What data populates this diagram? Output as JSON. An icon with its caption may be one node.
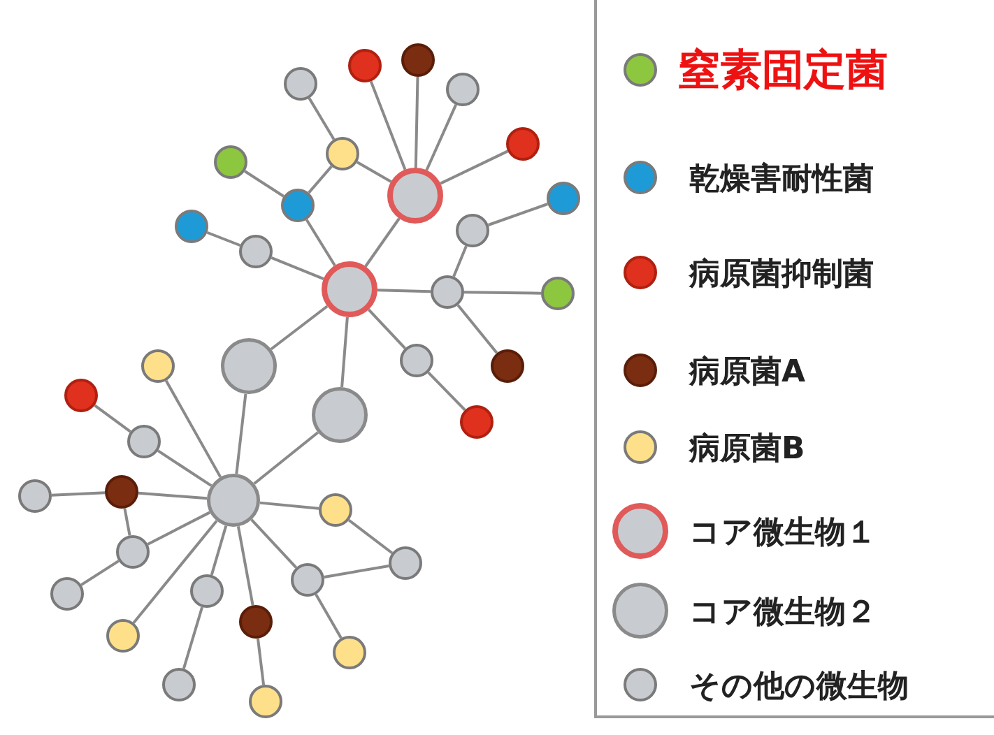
{
  "diagram": {
    "nodes": [
      {
        "text": [],
        "shape": "circle"
      },
      {
        "text": [],
        "shape": "circle"
      },
      {
        "text": [],
        "shape": "circle"
      },
      {
        "text": [],
        "shape": "circle"
      },
      {
        "text": [],
        "shape": "circle"
      },
      {
        "text": [],
        "shape": "circle"
      },
      {
        "text": [],
        "shape": "circle"
      },
      {
        "text": [],
        "shape": "circle"
      },
      {
        "text": [],
        "shape": "circle"
      },
      {
        "text": [],
        "shape": "circle"
      },
      {
        "text": [],
        "shape": "circle"
      },
      {
        "text": [],
        "shape": "circle"
      },
      {
        "text": [],
        "shape": "circle"
      },
      {
        "text": [],
        "shape": "circle"
      },
      {
        "text": [],
        "shape": "circle"
      },
      {
        "text": [],
        "shape": "circle"
      },
      {
        "text": [],
        "shape": "circle"
      },
      {
        "text": [],
        "shape": "circle"
      },
      {
        "text": [],
        "shape": "circle"
      },
      {
        "text": [],
        "shape": "circle"
      },
      {
        "text": [],
        "shape": "circle"
      },
      {
        "text": [],
        "shape": "circle"
      },
      {
        "text": [],
        "shape": "circle"
      },
      {
        "text": [],
        "shape": "circle"
      },
      {
        "text": [],
        "shape": "circle"
      },
      {
        "text": [],
        "shape": "circle"
      },
      {
        "text": [],
        "shape": "circle"
      },
      {
        "text": [],
        "shape": "circle"
      },
      {
        "text": [],
        "shape": "circle"
      },
      {
        "text": [],
        "shape": "circle"
      },
      {
        "text": [],
        "shape": "circle"
      },
      {
        "text": [],
        "shape": "circle"
      },
      {
        "text": [],
        "shape": "circle"
      },
      {
        "text": [],
        "shape": "circle"
      },
      {
        "text": [],
        "shape": "circle"
      },
      {
        "text": [],
        "shape": "circle"
      },
      {
        "text": [],
        "shape": "circle"
      },
      {
        "text": [],
        "shape": "circle"
      }
    ],
    "edges": [
      {
        "from": 2,
        "to": 3,
        "arrow": "none"
      },
      {
        "from": 3,
        "to": 0,
        "arrow": "none"
      },
      {
        "from": 3,
        "to": 9,
        "arrow": "none"
      },
      {
        "from": 8,
        "to": 9,
        "arrow": "none"
      },
      {
        "from": 9,
        "to": 1,
        "arrow": "none"
      },
      {
        "from": 4,
        "to": 0,
        "arrow": "none"
      },
      {
        "from": 5,
        "to": 0,
        "arrow": "none"
      },
      {
        "from": 6,
        "to": 0,
        "arrow": "none"
      },
      {
        "from": 7,
        "to": 0,
        "arrow": "none"
      },
      {
        "from": 0,
        "to": 1,
        "arrow": "none"
      },
      {
        "from": 13,
        "to": 12,
        "arrow": "none"
      },
      {
        "from": 13,
        "to": 14,
        "arrow": "none"
      },
      {
        "from": 1,
        "to": 14,
        "arrow": "none"
      },
      {
        "from": 14,
        "to": 15,
        "arrow": "none"
      },
      {
        "from": 14,
        "to": 16,
        "arrow": "none"
      },
      {
        "from": 10,
        "to": 11,
        "arrow": "none"
      },
      {
        "from": 11,
        "to": 1,
        "arrow": "none"
      },
      {
        "from": 1,
        "to": 17,
        "arrow": "none"
      },
      {
        "from": 17,
        "to": 18,
        "arrow": "none"
      },
      {
        "from": 1,
        "to": 19,
        "arrow": "none"
      },
      {
        "from": 1,
        "to": 20,
        "arrow": "none"
      },
      {
        "from": 19,
        "to": 21,
        "arrow": "none"
      },
      {
        "from": 20,
        "to": 21,
        "arrow": "none"
      },
      {
        "from": 22,
        "to": 21,
        "arrow": "none"
      },
      {
        "from": 23,
        "to": 24,
        "arrow": "none"
      },
      {
        "from": 24,
        "to": 21,
        "arrow": "none"
      },
      {
        "from": 25,
        "to": 26,
        "arrow": "none"
      },
      {
        "from": 26,
        "to": 21,
        "arrow": "none"
      },
      {
        "from": 26,
        "to": 27,
        "arrow": "none"
      },
      {
        "from": 27,
        "to": 21,
        "arrow": "none"
      },
      {
        "from": 27,
        "to": 28,
        "arrow": "none"
      },
      {
        "from": 29,
        "to": 21,
        "arrow": "none"
      },
      {
        "from": 21,
        "to": 30,
        "arrow": "none"
      },
      {
        "from": 30,
        "to": 31,
        "arrow": "none"
      },
      {
        "from": 21,
        "to": 32,
        "arrow": "none"
      },
      {
        "from": 32,
        "to": 33,
        "arrow": "none"
      },
      {
        "from": 21,
        "to": 34,
        "arrow": "none"
      },
      {
        "from": 34,
        "to": 35,
        "arrow": "none"
      },
      {
        "from": 21,
        "to": 36,
        "arrow": "none"
      },
      {
        "from": 36,
        "to": 35,
        "arrow": "none"
      },
      {
        "from": 36,
        "to": 37,
        "arrow": "none"
      }
    ],
    "legend": [
      {
        "text": "窒素固定菌",
        "color": "#8dc63f"
      },
      {
        "text": "乾燥害耐性菌",
        "color": "#1e9bd7"
      },
      {
        "text": "病原菌抑制菌",
        "color": "#e0301e"
      },
      {
        "text": "病原菌A",
        "color": "#7b2d12"
      },
      {
        "text": "病原菌B",
        "color": "#ffe08a"
      },
      {
        "text": "コア微生物１"
      },
      {
        "text": "コア微生物２"
      },
      {
        "text": "その他の微生物",
        "color": "#c8ccd0"
      }
    ]
  }
}
